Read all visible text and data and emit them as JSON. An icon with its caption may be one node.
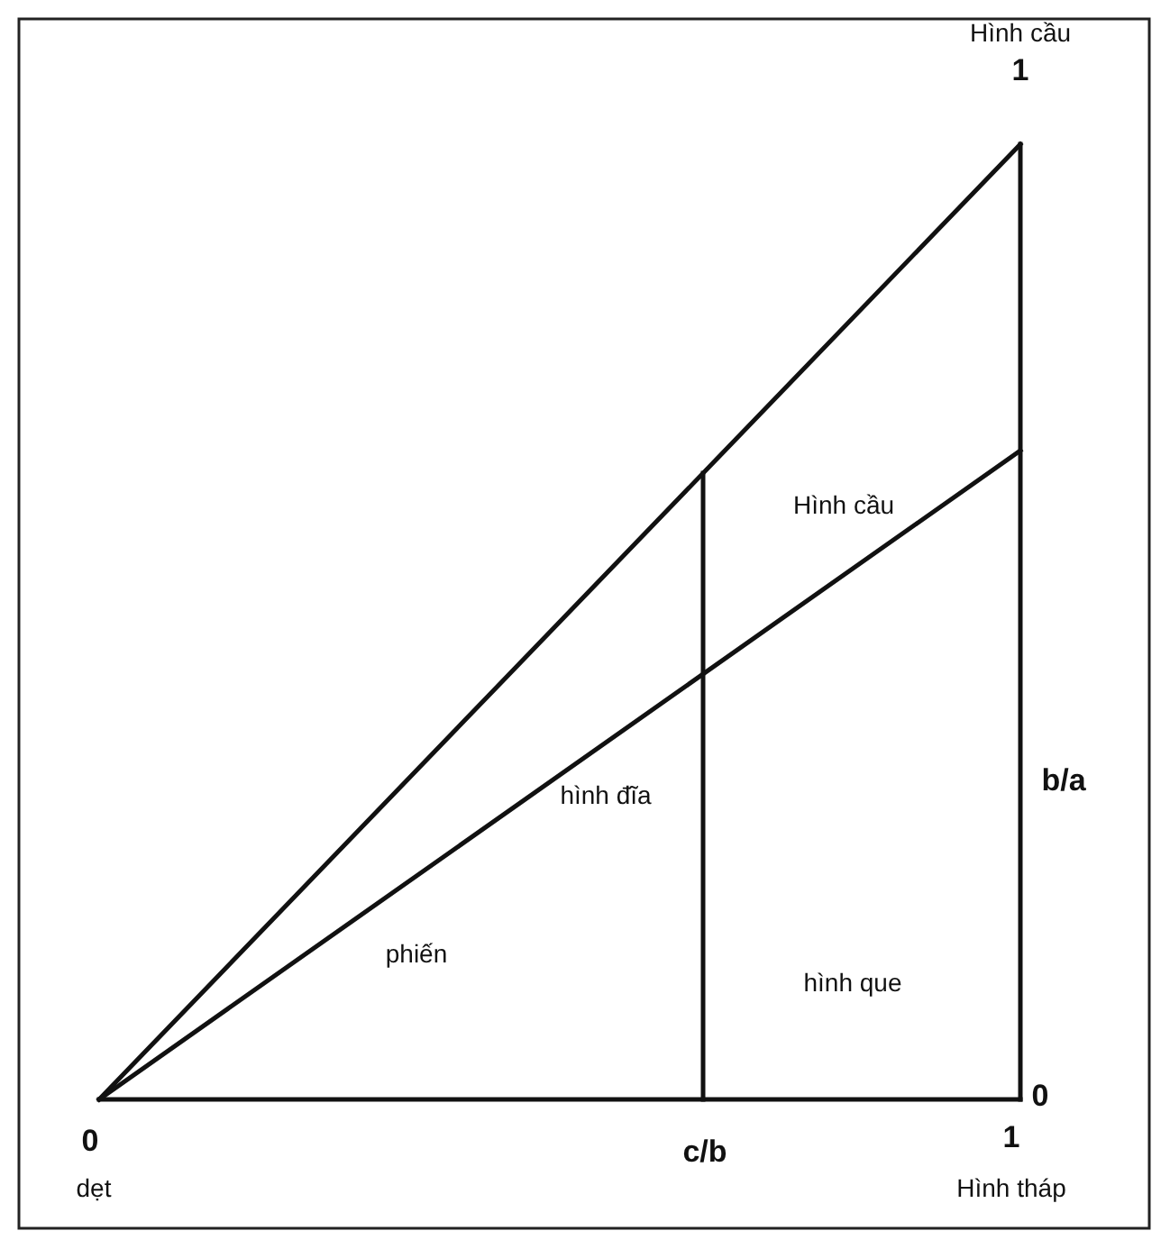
{
  "diagram": {
    "labels": [
      "Hình cầu",
      "1",
      "Hình cầu",
      "hình đĩa",
      "b/a",
      "phiến",
      "hình que",
      "0",
      "0",
      "c/b",
      "1",
      "dẹt",
      "Hình tháp"
    ]
  }
}
